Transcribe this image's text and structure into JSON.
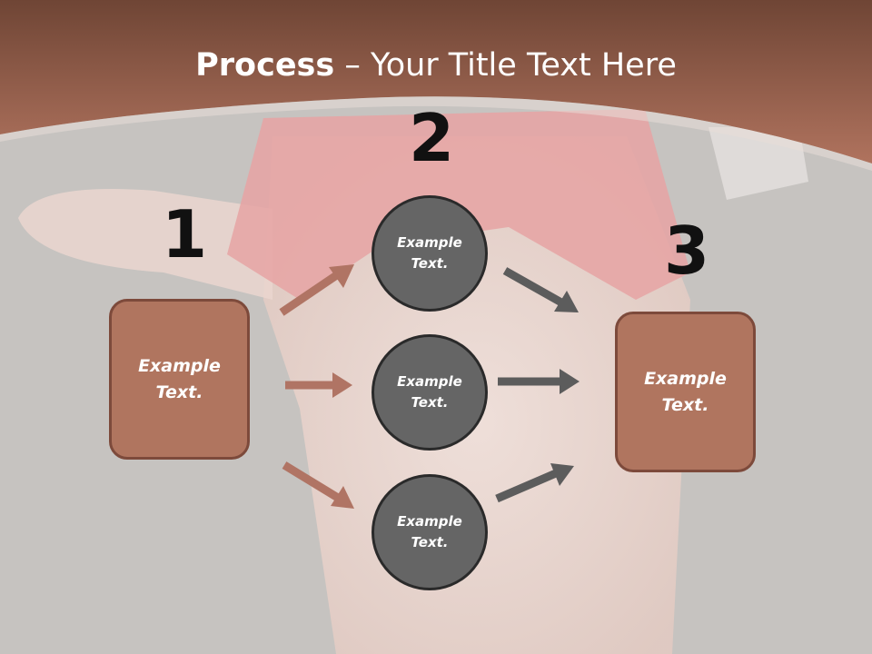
{
  "slide": {
    "title_bold": "Process",
    "title_rest": " – Your Title Text Here",
    "colors": {
      "header": "#a86a54",
      "box_fill": "#b0755f",
      "circle_fill": "#656565",
      "arrow_left": "#b07464",
      "arrow_right": "#5c5c5c"
    }
  },
  "steps": {
    "num1": "1",
    "num2": "2",
    "num3": "3"
  },
  "left_box": {
    "text": "Example Text."
  },
  "right_box": {
    "text": "Example Text."
  },
  "circles": [
    {
      "text": "Example Text."
    },
    {
      "text": "Example Text."
    },
    {
      "text": "Example Text."
    }
  ]
}
